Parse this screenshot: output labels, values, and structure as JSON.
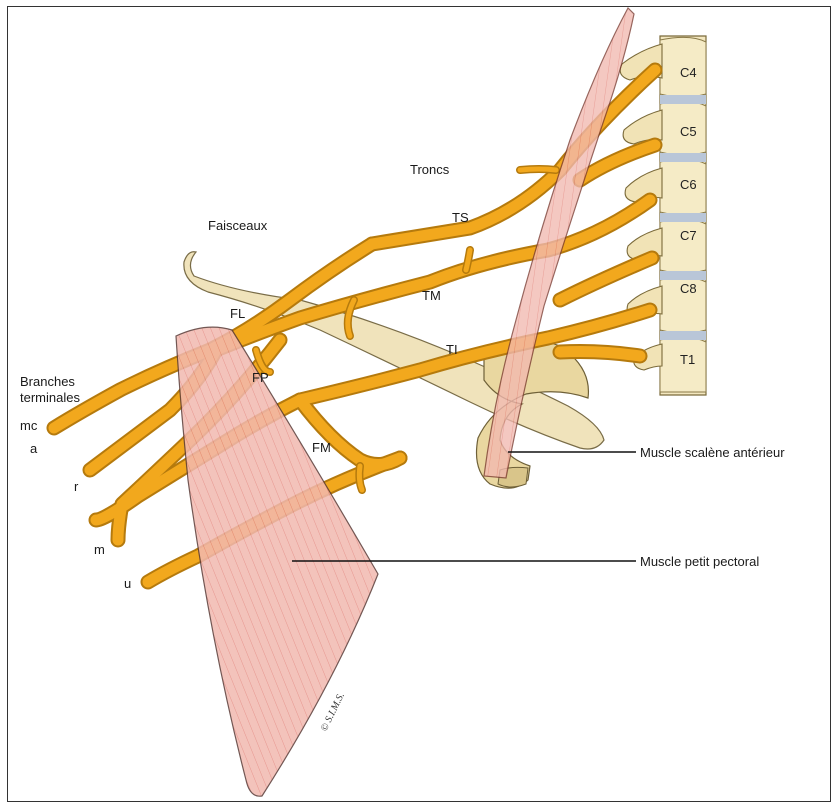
{
  "group_labels": {
    "troncs": "Troncs",
    "faisceaux": "Faisceaux",
    "branches_terminales": [
      "Branches",
      "terminales"
    ]
  },
  "trunks": {
    "ts": "TS",
    "tm": "TM",
    "ti": "TI"
  },
  "cords": {
    "fl": "FL",
    "fp": "FP",
    "fm": "FM"
  },
  "terminal_branches": {
    "mc": "mc",
    "a": "a",
    "r": "r",
    "m": "m",
    "u": "u"
  },
  "vertebrae": [
    "C4",
    "C5",
    "C6",
    "C7",
    "C8",
    "T1"
  ],
  "callouts": {
    "scalene": "Muscle scalène antérieur",
    "pectoral": "Muscle petit pectoral"
  },
  "copyright": "© S.I.M.S.",
  "colors": {
    "nerve": "#f2a81d",
    "nerve_outline": "#b57a0d",
    "muscle": "#f2b5ac",
    "muscle_fiber": "#e58a80",
    "bone": "#f3e7bf",
    "disc": "#b9c6d8",
    "clavicle": "#efe1b6"
  }
}
